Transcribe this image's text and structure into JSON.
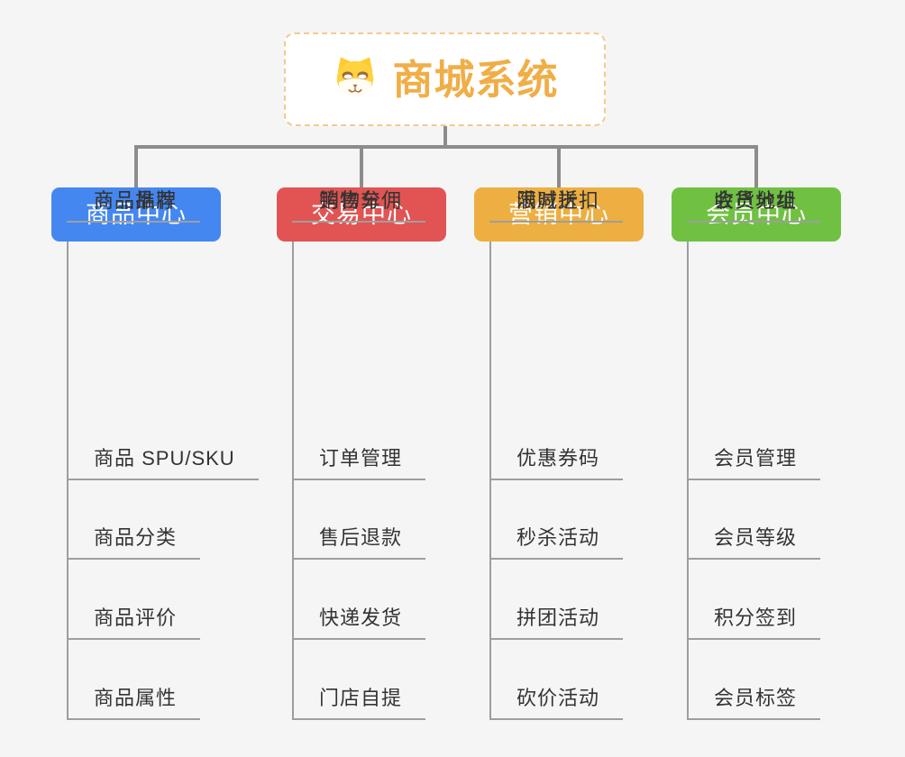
{
  "root": {
    "title": "商城系统",
    "icon": "shiba-dog-icon"
  },
  "branches": [
    {
      "id": "product-center",
      "label": "商品中心",
      "color": "#4587F0",
      "items": [
        "商品 SPU/SKU",
        "商品分类",
        "商品评价",
        "商品属性",
        "商品推荐",
        "商品品牌"
      ]
    },
    {
      "id": "trade-center",
      "label": "交易中心",
      "color": "#E15453",
      "items": [
        "订单管理",
        "售后退款",
        "快递发货",
        "门店自提",
        "购物车",
        "销售分佣"
      ]
    },
    {
      "id": "marketing-center",
      "label": "营销中心",
      "color": "#EDAF41",
      "items": [
        "优惠券码",
        "秒杀活动",
        "拼团活动",
        "砍价活动",
        "限时折扣",
        "满减送"
      ]
    },
    {
      "id": "member-center",
      "label": "会员中心",
      "color": "#70C142",
      "items": [
        "会员管理",
        "会员等级",
        "积分签到",
        "会员标签",
        "会员分组",
        "收货地址"
      ]
    }
  ],
  "colors": {
    "canvas_background": "#F5F5F5",
    "root_border": "#F3CA8E",
    "root_title": "#F0AE47",
    "connector": "#8C8C8C",
    "leaf_line": "#9E9E9E",
    "leaf_text": "#333333"
  }
}
